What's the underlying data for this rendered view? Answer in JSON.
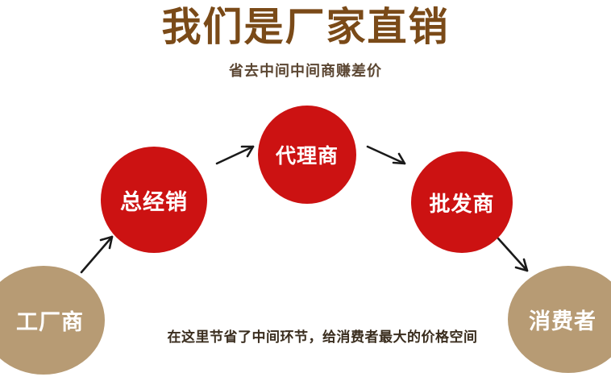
{
  "header": {
    "title": "我们是厂家直销",
    "subtitle": "省去中间中间商赚差价"
  },
  "diagram": {
    "type": "flow",
    "nodes": [
      {
        "id": "factory",
        "label": "工厂商",
        "shape": "circle",
        "color": "#b79b74"
      },
      {
        "id": "distributor",
        "label": "总经销",
        "shape": "circle",
        "color": "#cc1212"
      },
      {
        "id": "agent",
        "label": "代理商",
        "shape": "circle",
        "color": "#cc1212"
      },
      {
        "id": "wholesaler",
        "label": "批发商",
        "shape": "circle",
        "color": "#cc1212"
      },
      {
        "id": "consumer",
        "label": "消费者",
        "shape": "circle",
        "color": "#b79b74"
      }
    ],
    "edges": [
      {
        "from": "factory",
        "to": "distributor"
      },
      {
        "from": "distributor",
        "to": "agent"
      },
      {
        "from": "agent",
        "to": "wholesaler"
      },
      {
        "from": "wholesaler",
        "to": "consumer"
      },
      {
        "from": "factory",
        "to": "consumer",
        "label": "在这里节省了中间环节，给消费者最大的价格空间"
      }
    ],
    "bottom_caption": "在这里节省了中间环节，给消费者最大的价格空间"
  },
  "colors": {
    "title": "#7a4a18",
    "subtitle": "#5b4632",
    "node_red": "#cc1212",
    "node_tan": "#b79b74",
    "arrow": "#1a1a1a",
    "background": "#ffffff"
  }
}
